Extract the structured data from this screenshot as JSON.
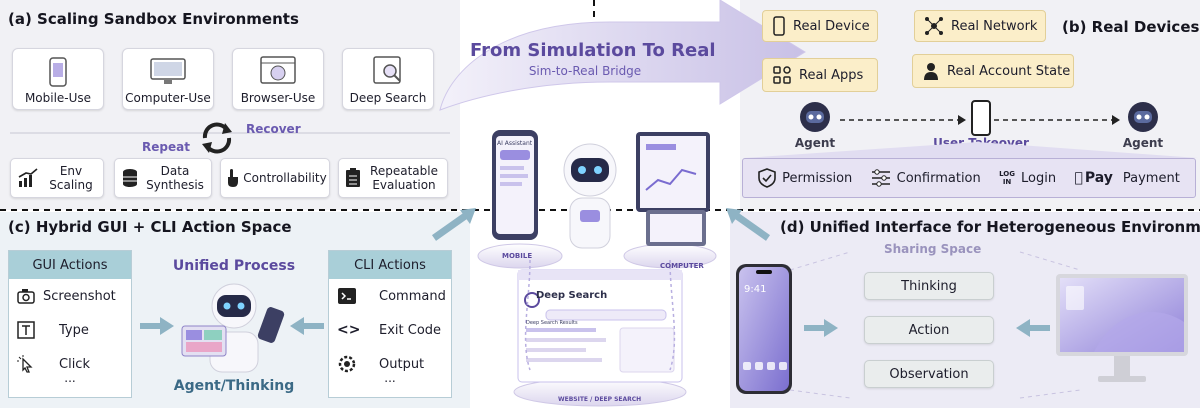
{
  "sections": {
    "a_title": "(a) Scaling Sandbox Environments",
    "b_title": "(b) Real Devices",
    "c_title": "(c) Hybrid GUI + CLI Action Space",
    "d_title": "(d) Unified Interface for Heterogeneous Environments"
  },
  "bridge": {
    "title": "From Simulation To Real",
    "subtitle": "Sim-to-Real Bridge"
  },
  "sandbox_envs": [
    "Mobile-Use",
    "Computer-Use",
    "Browser-Use",
    "Deep Search"
  ],
  "sandbox_loop": {
    "repeat": "Repeat",
    "recover": "Recover"
  },
  "sandbox_features": [
    {
      "line1": "Env",
      "line2": "Scaling"
    },
    {
      "line1": "Data",
      "line2": "Synthesis"
    },
    {
      "line1": "Controllability",
      "line2": ""
    },
    {
      "line1": "Repeatable",
      "line2": "Evaluation"
    }
  ],
  "real_devices": {
    "items": [
      "Real Device",
      "Real Network",
      "Real Apps",
      "Real Account State"
    ],
    "flow": [
      "Agent",
      "User Takeover",
      "Agent"
    ],
    "permissions": [
      "Permission",
      "Confirmation",
      "Login",
      "Pay",
      "Payment"
    ],
    "login_icon_text": "LOG\nIN"
  },
  "center": {
    "mobile_tag": "MOBILE",
    "computer_tag": "COMPUTER",
    "website_tag": "WEBSITE / DEEP SEARCH",
    "ai_assistant": "AI Assistant",
    "deep_search_title": "Deep Search",
    "deep_search_results": "Deep Search Results"
  },
  "hybrid": {
    "gui_header": "GUI Actions",
    "gui_items": [
      "Screenshot",
      "Type",
      "Click",
      "..."
    ],
    "cli_header": "CLI Actions",
    "cli_items": [
      "Command",
      "Exit Code",
      "Output",
      "..."
    ],
    "unified_process": "Unified Process",
    "agent_thinking": "Agent/Thinking"
  },
  "unified": {
    "sharing_space": "Sharing Space",
    "boxes": [
      "Thinking",
      "Action",
      "Observation"
    ],
    "phone_time": "9:41"
  },
  "colors": {
    "purple": "#5b4a9e",
    "light_purple": "#e7e3f3",
    "teal": "#6f97ab",
    "yellow": "#fbeec9"
  }
}
